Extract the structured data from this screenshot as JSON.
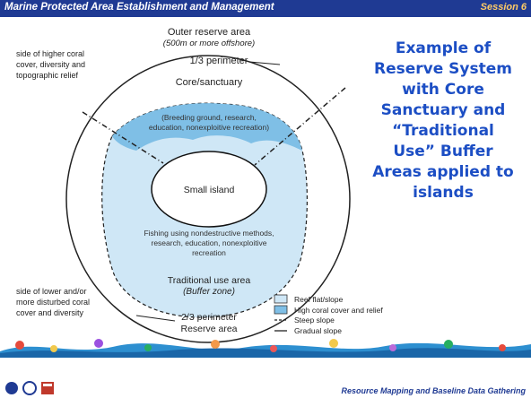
{
  "header": {
    "title": "Marine Protected Area Establishment and Management",
    "session": "Session 6"
  },
  "diagram": {
    "outer_reserve_area": "Outer reserve area",
    "outer_reserve_area_note": "(500m or more offshore)",
    "top_perimeter": "1/3 perimeter",
    "core_sanctuary": "Core/sanctuary",
    "core_note_line1": "(Breeding ground, research,",
    "core_note_line2": "education, nonexploitive recreation)",
    "small_island": "Small island",
    "fishing_line1": "Fishing using nondestructive methods,",
    "fishing_line2": "research, education, nonexploitive",
    "fishing_line3": "recreation",
    "traditional_use": "Traditional use area",
    "buffer_zone": "(Buffer zone)",
    "bottom_perimeter": "2/3 perimeter",
    "reserve_area": "Reserve area",
    "left_top_line1": "side of higher coral",
    "left_top_line2": "cover, diversity and",
    "left_top_line3": "topographic relief",
    "left_bottom_line1": "side of lower and/or",
    "left_bottom_line2": "more disturbed coral",
    "left_bottom_line3": "cover and diversity",
    "legend": [
      {
        "label": "Reef flat/slope",
        "color": "#c8e6f5"
      },
      {
        "label": "High coral cover and relief",
        "color": "#7fbfe6"
      },
      {
        "label": "Steep slope"
      },
      {
        "label": "Gradual slope"
      }
    ],
    "callout_line1": "Example of",
    "callout_line2": "Reserve System",
    "callout_line3": "with Core",
    "callout_line4": "Sanctuary and",
    "callout_line5": "“Traditional",
    "callout_line6": "Use” Buffer",
    "callout_line7": "Areas applied to",
    "callout_line8": "islands"
  },
  "footer": {
    "text": "Resource Mapping and Baseline Data Gathering"
  }
}
